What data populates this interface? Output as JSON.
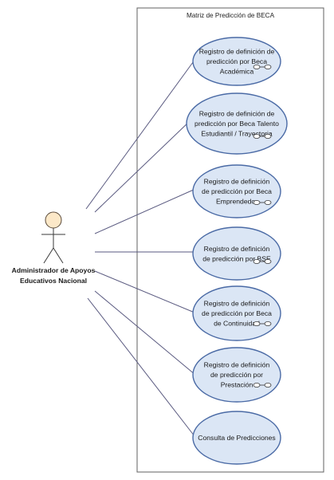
{
  "system": {
    "title": "Matriz de Predicción de BECA"
  },
  "actor": {
    "lines": [
      "Administrador de Apoyos",
      "Educativos Nacional"
    ]
  },
  "use_cases": [
    {
      "lines": [
        "Registro de definición de",
        "predicción por Beca",
        "Académica"
      ],
      "has_extension_icon": true
    },
    {
      "lines": [
        "Registro de definición de",
        "predicción por Beca Talento",
        "Estudiantil / Trayectoria"
      ],
      "has_extension_icon": true
    },
    {
      "lines": [
        "Registro de definición",
        "de predicción por Beca",
        "Emprendedor"
      ],
      "has_extension_icon": true
    },
    {
      "lines": [
        "Registro de definición",
        "de predicción por BSE"
      ],
      "has_extension_icon": true
    },
    {
      "lines": [
        "Registro de definición",
        "de predicción por Beca",
        "de Continuidad"
      ],
      "has_extension_icon": true
    },
    {
      "lines": [
        "Registro de definición",
        "de predicción por",
        "Prestación"
      ],
      "has_extension_icon": true
    },
    {
      "lines": [
        "Consulta de Predicciones"
      ],
      "has_extension_icon": false
    }
  ],
  "colors": {
    "use_case_fill": "#dbe6f5",
    "use_case_stroke": "#4a6aa5",
    "actor_head_fill": "#fce8c8",
    "association_line": "#5a5a80",
    "boundary": "#606060"
  }
}
